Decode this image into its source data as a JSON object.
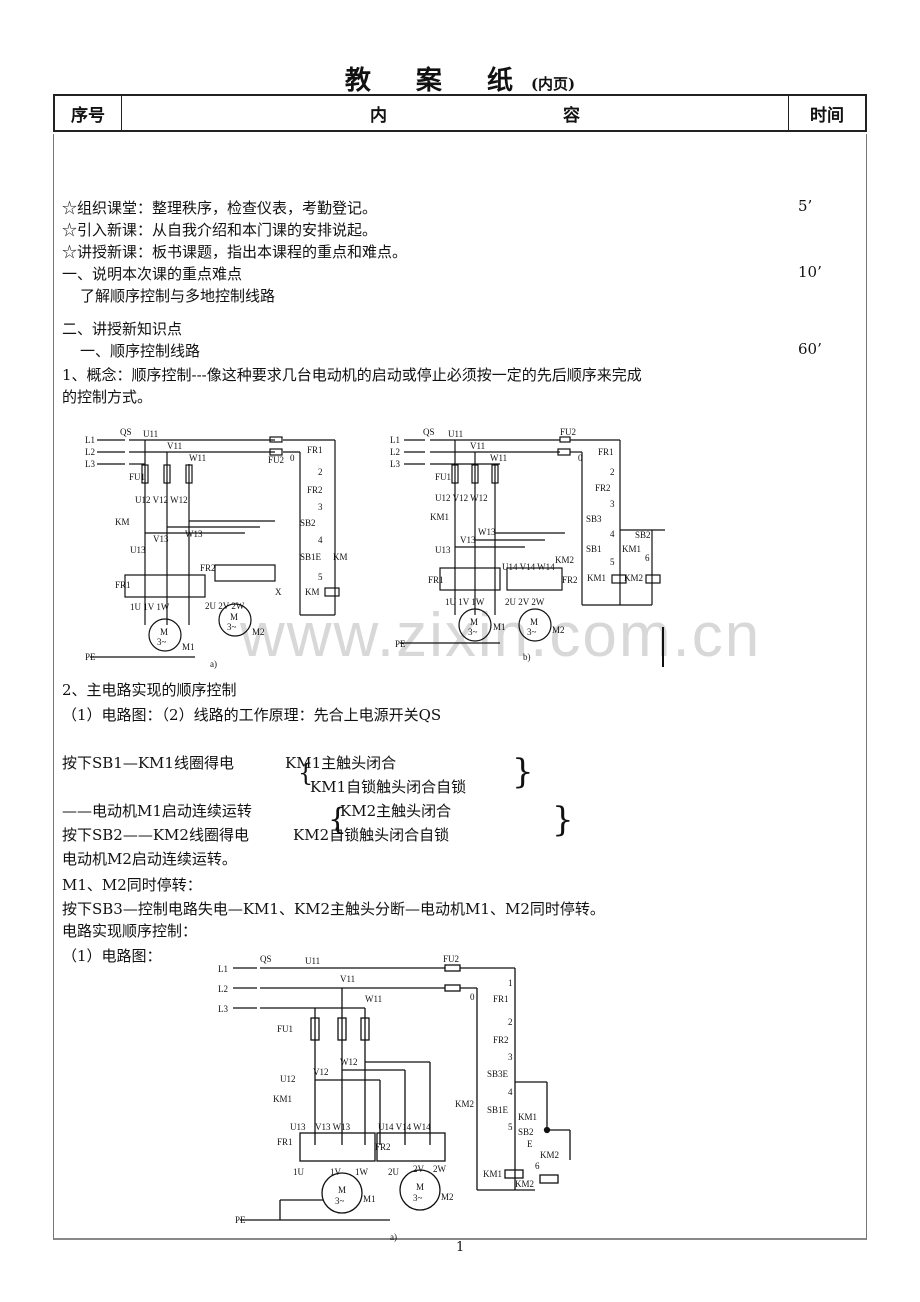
{
  "header": {
    "title": "教 案 纸",
    "subtitle": "(内页)",
    "col_seq": "序号",
    "col_content_1": "内",
    "col_content_2": "容",
    "col_time": "时间"
  },
  "content": {
    "l1": "☆组织课堂：整理秩序，检查仪表，考勤登记。",
    "l2": "☆引入新课：从自我介绍和本门课的安排说起。",
    "l3": "☆讲授新课：板书课题，指出本课程的重点和难点。",
    "l4": "一、说明本次课的重点难点",
    "l5": "  了解顺序控制与多地控制线路",
    "l6": "二、讲授新知识点",
    "l7": "  一、顺序控制线路",
    "l8": "1、概念：顺序控制---像这种要求几台电动机的启动或停止必须按一定的先后顺序来完成",
    "l9": "的控制方式。",
    "l10": "2、主电路实现的顺序控制",
    "l11": "（1）电路图：（2）线路的工作原理：先合上电源开关QS",
    "l12a": "按下SB1—KM1线圈得电",
    "l12b": "KM1主触头闭合",
    "l13": "KM1自锁触头闭合自锁",
    "l14a": "——电动机M1启动连续运转",
    "l14b": "KM2主触头闭合",
    "l15a": "按下SB2——KM2线圈得电",
    "l15b": "KM2自锁触头闭合自锁",
    "l16": "电动机M2启动连续运转。",
    "l17": "M1、M2同时停转：",
    "l18": "按下SB3—控制电路失电—KM1、KM2主触头分断—电动机M1、M2同时停转。",
    "l19": "电路实现顺序控制：",
    "l20": "（1）电路图："
  },
  "times": {
    "t1": "5’",
    "t2": "10’",
    "t3": "60’"
  },
  "diagrams": {
    "a_caption": "a)",
    "b_caption": "b)",
    "c_caption": "a)"
  },
  "watermark": "www.zixin.com.cn",
  "page_number": "1"
}
